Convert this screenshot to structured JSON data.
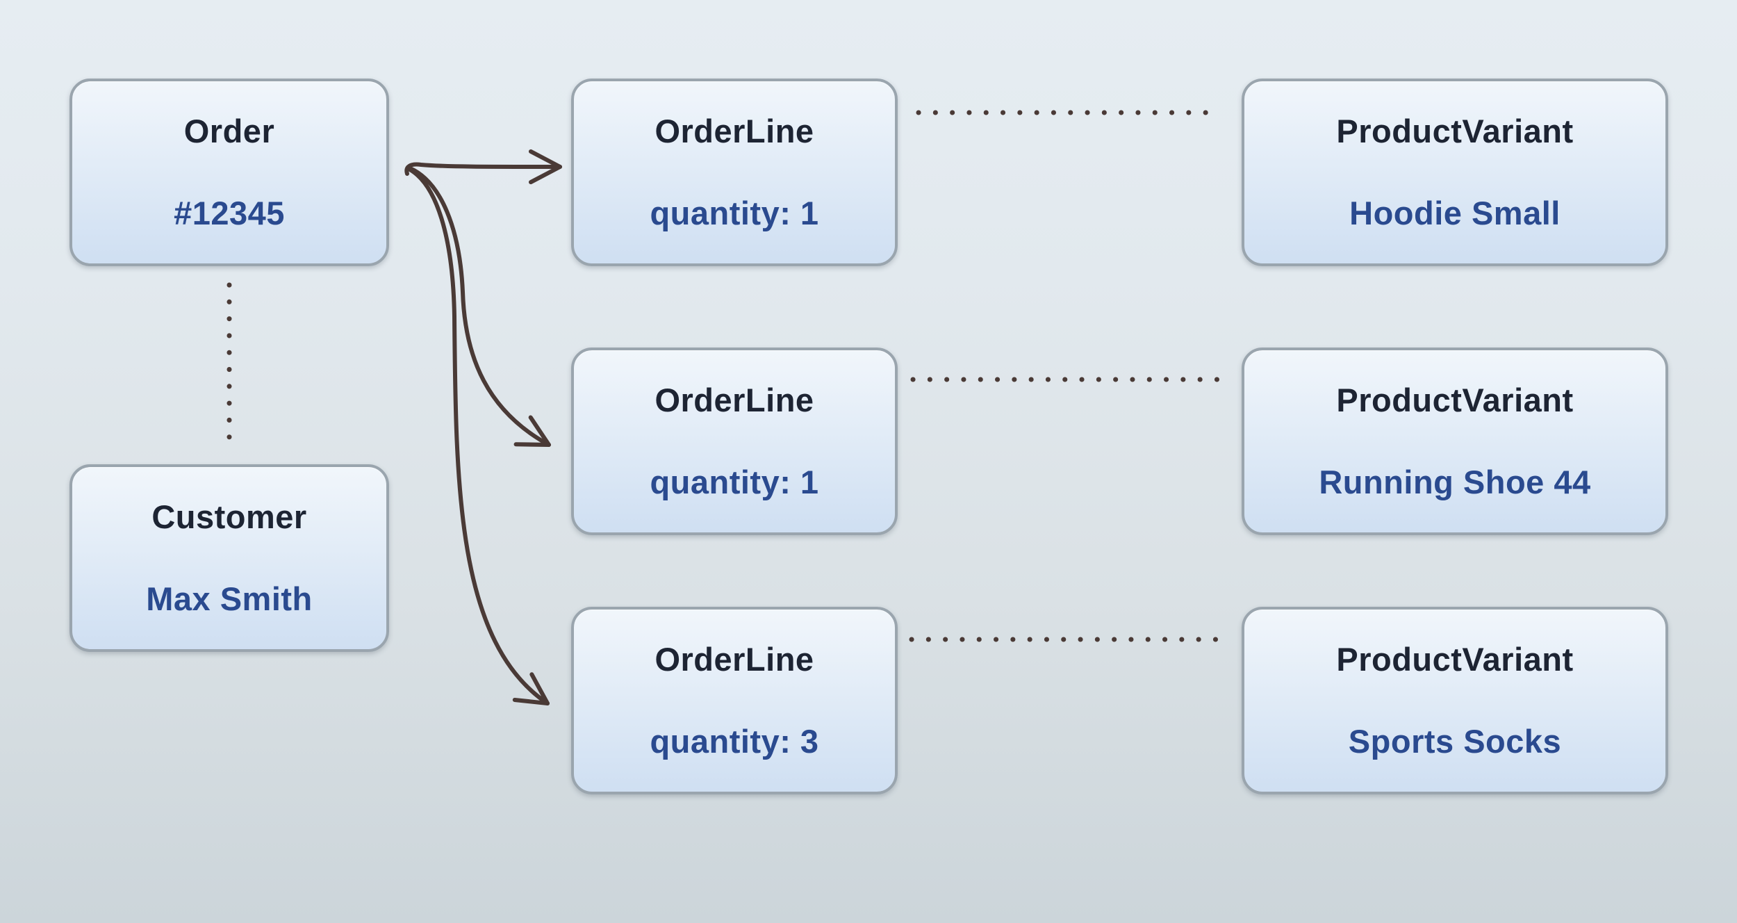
{
  "diagram": {
    "type": "entity-relationship",
    "nodes": {
      "order": {
        "title": "Order",
        "value": "#12345"
      },
      "customer": {
        "title": "Customer",
        "value": "Max Smith"
      },
      "order_lines": [
        {
          "title": "OrderLine",
          "value": "quantity: 1"
        },
        {
          "title": "OrderLine",
          "value": "quantity: 1"
        },
        {
          "title": "OrderLine",
          "value": "quantity: 3"
        }
      ],
      "product_variants": [
        {
          "title": "ProductVariant",
          "value": "Hoodie Small"
        },
        {
          "title": "ProductVariant",
          "value": "Running Shoe 44"
        },
        {
          "title": "ProductVariant",
          "value": "Sports Socks"
        }
      ]
    },
    "connectors": [
      {
        "from": "Order #12345",
        "to": "OrderLine quantity: 1 (row 1)",
        "style": "solid-arrow"
      },
      {
        "from": "Order #12345",
        "to": "OrderLine quantity: 1 (row 2)",
        "style": "solid-arrow"
      },
      {
        "from": "Order #12345",
        "to": "OrderLine quantity: 3 (row 3)",
        "style": "solid-arrow"
      },
      {
        "from": "Order #12345",
        "to": "Customer Max Smith",
        "style": "dotted"
      },
      {
        "from": "OrderLine quantity: 1 (row 1)",
        "to": "ProductVariant Hoodie Small",
        "style": "dotted"
      },
      {
        "from": "OrderLine quantity: 1 (row 2)",
        "to": "ProductVariant Running Shoe 44",
        "style": "dotted"
      },
      {
        "from": "OrderLine quantity: 3 (row 3)",
        "to": "ProductVariant Sports Socks",
        "style": "dotted"
      }
    ],
    "colors": {
      "connector": "#4a3a36",
      "box_border": "#9aa5ae",
      "box_fill_top": "#f1f6fb",
      "box_fill_bottom": "#cfdff2",
      "title_text": "#1d2433",
      "value_text": "#2a4a8f",
      "background_top": "#e6edf2",
      "background_bottom": "#ccd5da"
    }
  }
}
